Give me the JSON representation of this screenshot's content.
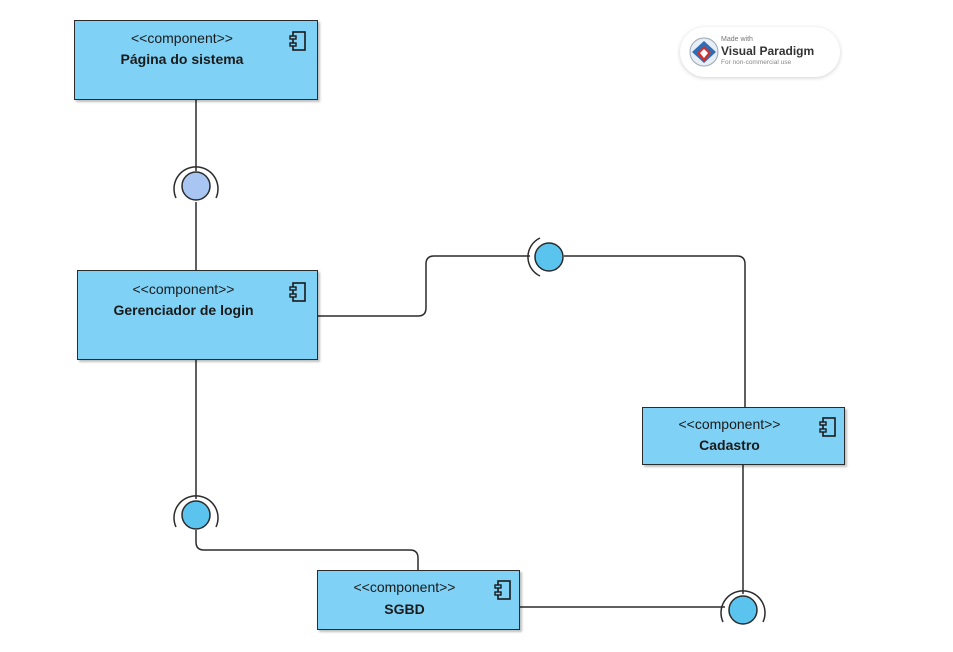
{
  "components": {
    "pagina": {
      "stereotype": "<<component>>",
      "name": "Página do sistema"
    },
    "login": {
      "stereotype": "<<component>>",
      "name": "Gerenciador de login"
    },
    "cadastro": {
      "stereotype": "<<component>>",
      "name": "Cadastro"
    },
    "sgbd": {
      "stereotype": "<<component>>",
      "name": "SGBD"
    }
  },
  "watermark": {
    "made_with": "Made with",
    "brand": "Visual Paradigm",
    "note": "For non-commercial use"
  },
  "colors": {
    "component_fill": "#7fd1f5",
    "interface_fill": "#5bc4ee",
    "interface_fill_top": "#a9c6f2",
    "line": "#2b2b2b"
  }
}
